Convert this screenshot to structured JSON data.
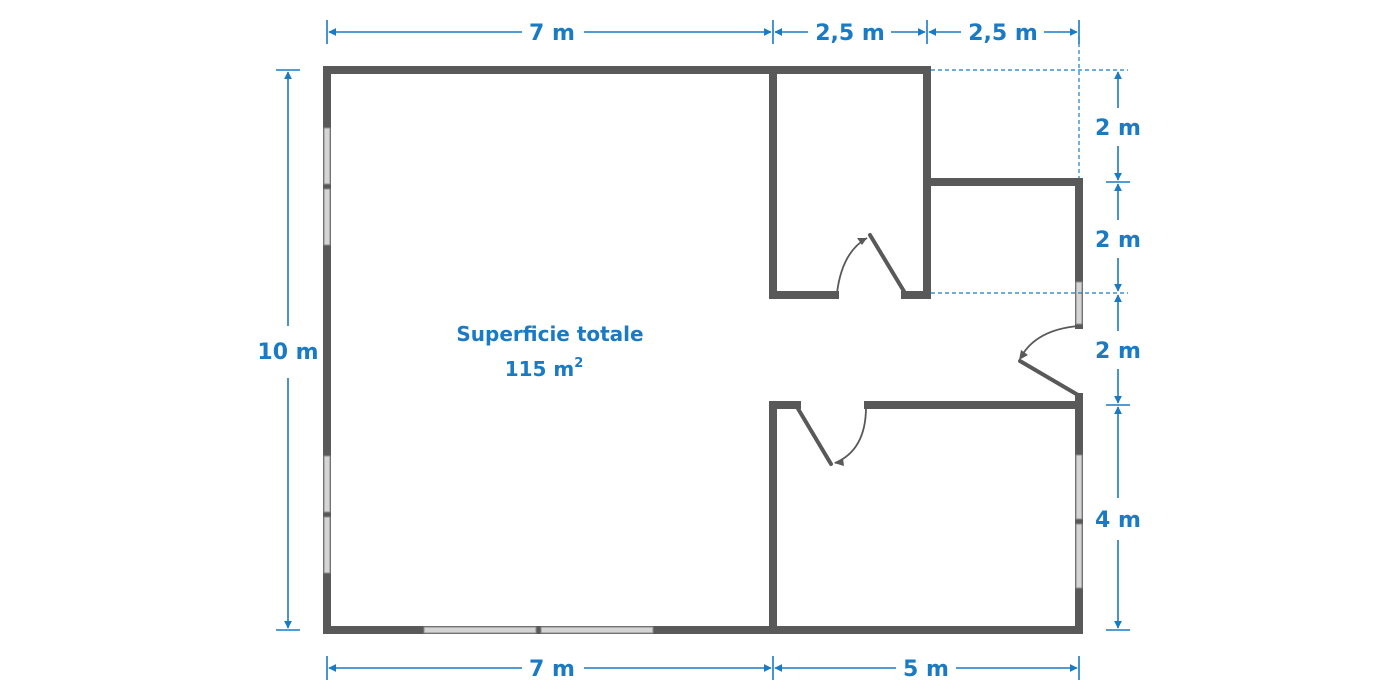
{
  "area": {
    "label": "Superficie totale",
    "value": "115 m",
    "exponent": "2"
  },
  "dimensions": {
    "top_left": "7 m",
    "top_middle": "2,5 m",
    "top_right": "2,5 m",
    "left": "10 m",
    "bottom_left": "7 m",
    "bottom_right": "5 m",
    "right_1": "2 m",
    "right_2": "2 m",
    "right_3": "2 m",
    "right_4": "4 m"
  },
  "colors": {
    "dimension": "#1a7ac4",
    "wall": "#595959",
    "window": "#d4d4d4"
  }
}
